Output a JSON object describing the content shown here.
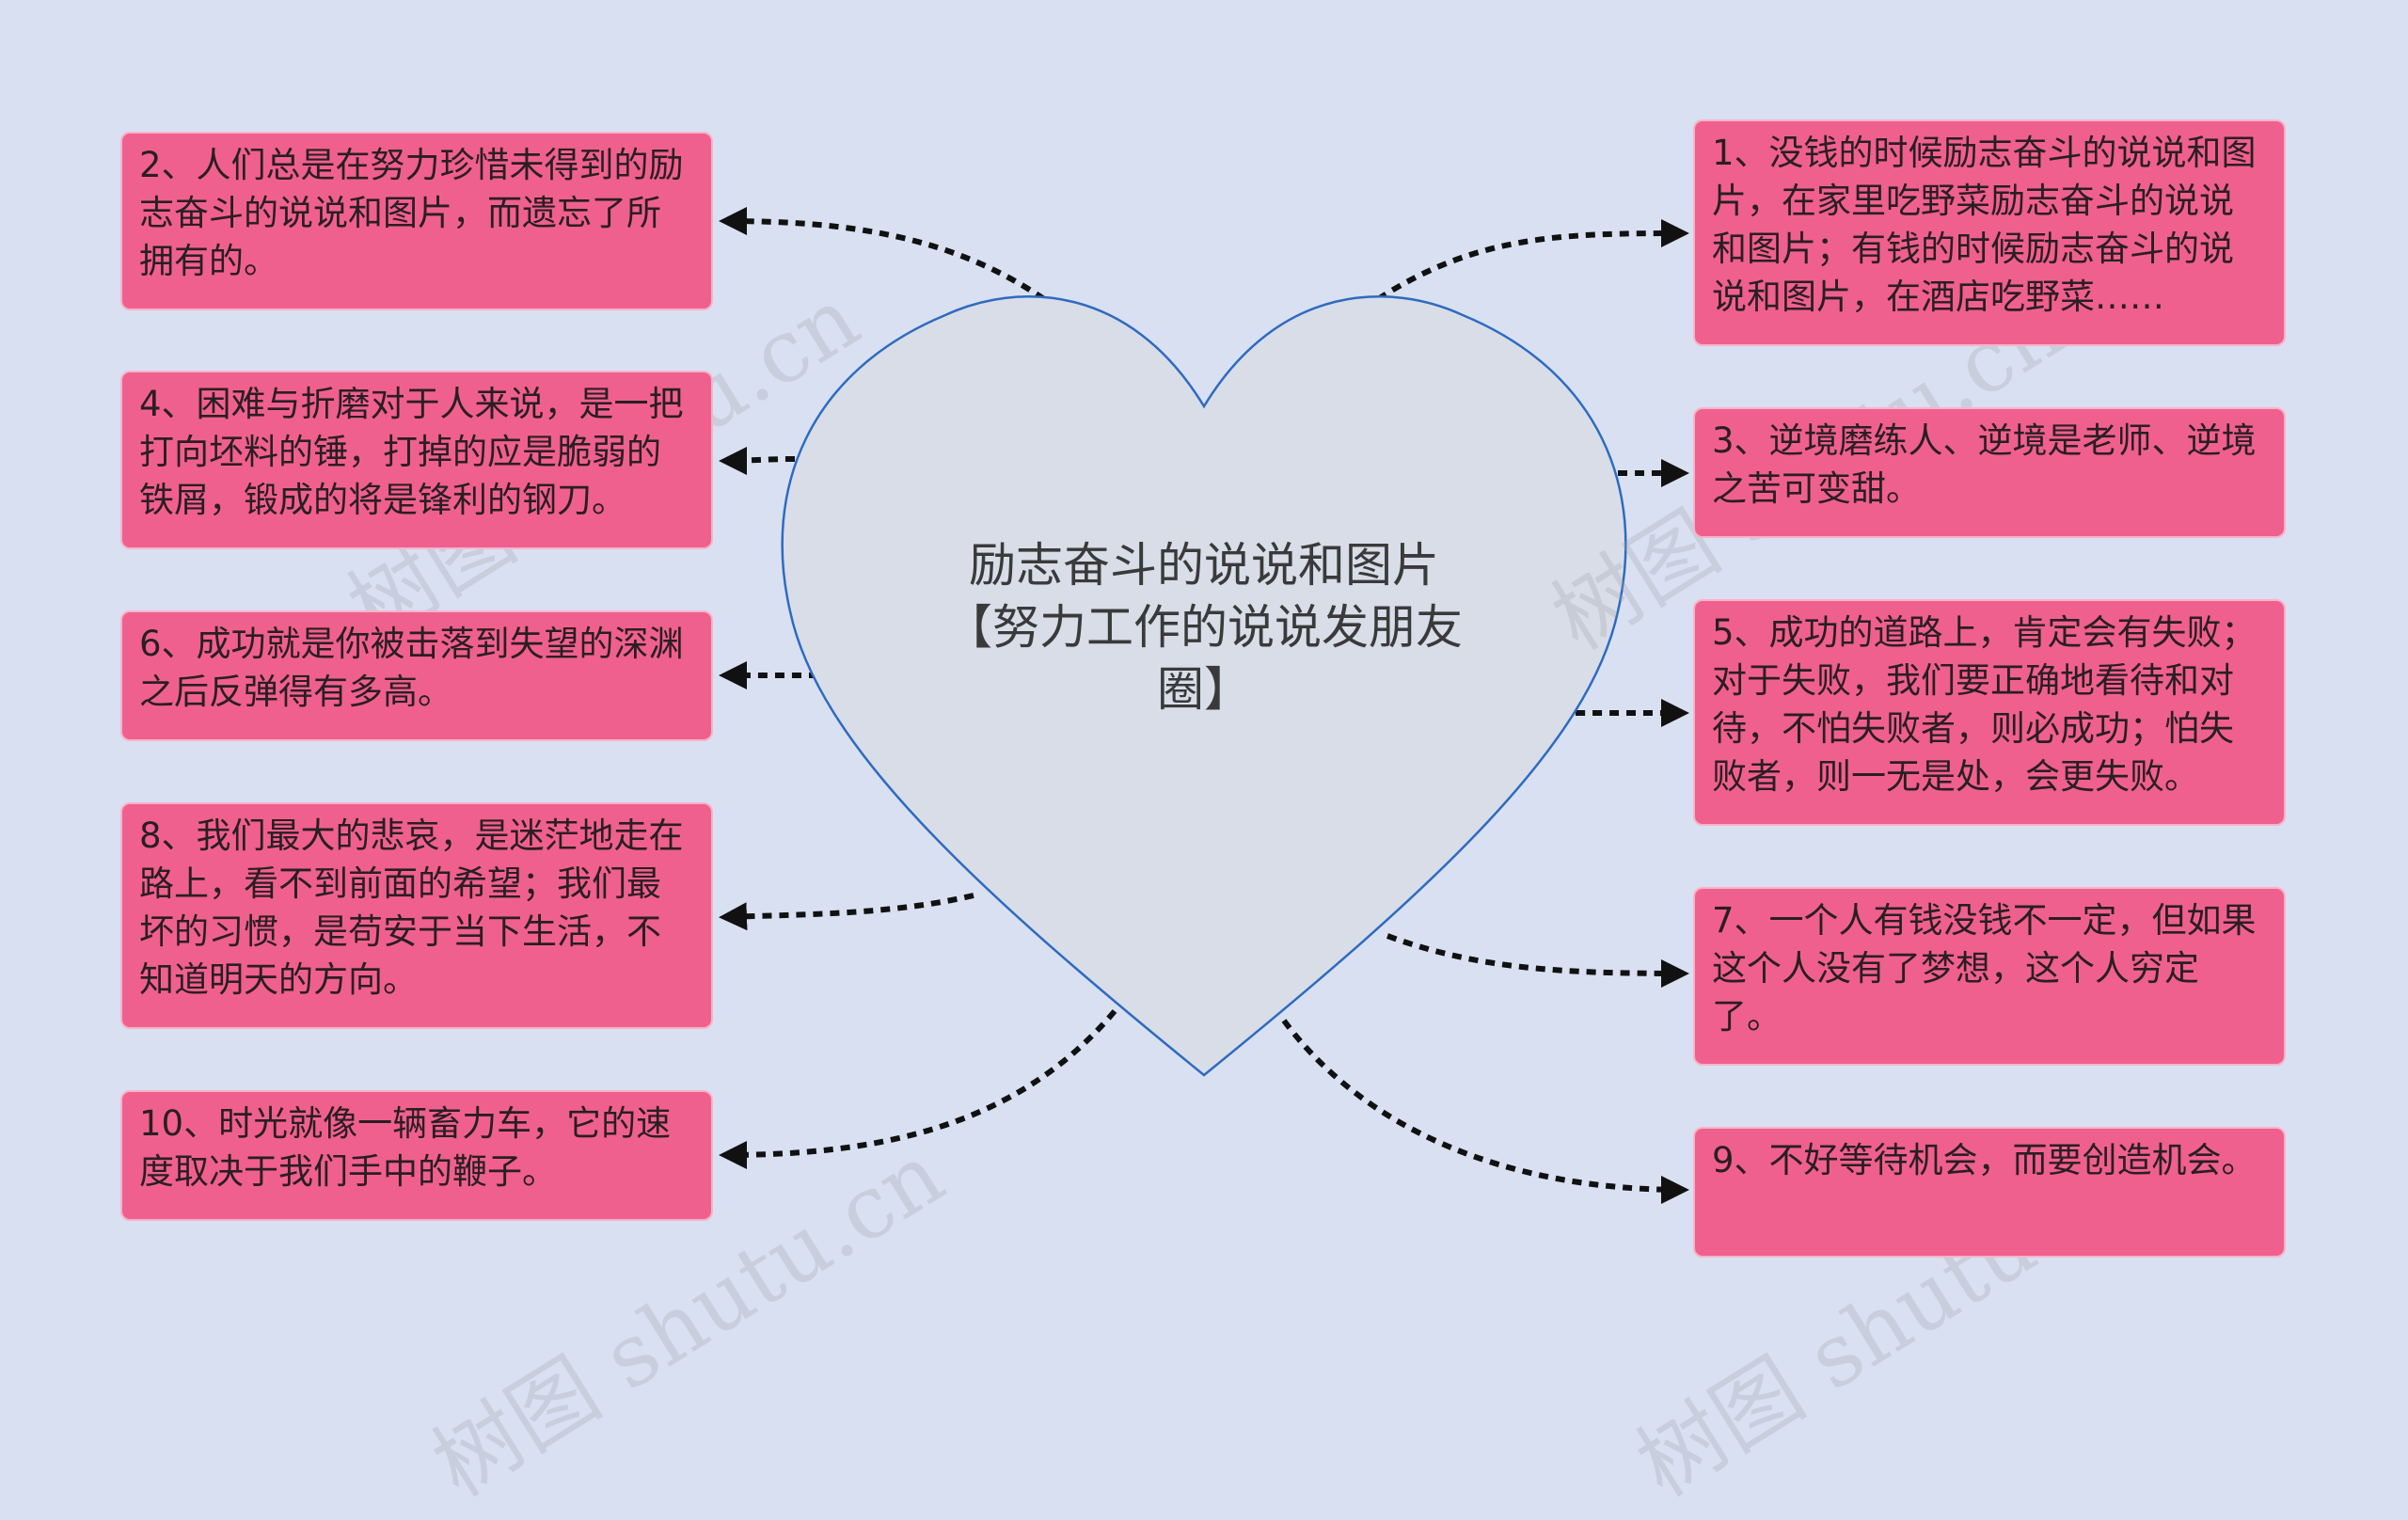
{
  "center": {
    "title": "励志奋斗的说说和图片【努力工作的说说发朋友圈】"
  },
  "nodes": [
    {
      "id": "node-1",
      "text": "1、没钱的时候励志奋斗的说说和图片，在家里吃野菜励志奋斗的说说和图片；有钱的时候励志奋斗的说说和图片，在酒店吃野菜……"
    },
    {
      "id": "node-2",
      "text": "2、人们总是在努力珍惜未得到的励志奋斗的说说和图片，而遗忘了所拥有的。"
    },
    {
      "id": "node-3",
      "text": "3、逆境磨练人、逆境是老师、逆境之苦可变甜。"
    },
    {
      "id": "node-4",
      "text": "4、困难与折磨对于人来说，是一把打向坯料的锤，打掉的应是脆弱的铁屑，锻成的将是锋利的钢刀。"
    },
    {
      "id": "node-5",
      "text": "5、成功的道路上，肯定会有失败；对于失败，我们要正确地看待和对待，不怕失败者，则必成功；怕失败者，则一无是处，会更失败。"
    },
    {
      "id": "node-6",
      "text": "6、成功就是你被击落到失望的深渊之后反弹得有多高。"
    },
    {
      "id": "node-7",
      "text": "7、一个人有钱没钱不一定，但如果这个人没有了梦想，这个人穷定了。"
    },
    {
      "id": "node-8",
      "text": "8、我们最大的悲哀，是迷茫地走在路上，看不到前面的希望；我们最坏的习惯，是苟安于当下生活，不知道明天的方向。"
    },
    {
      "id": "node-9",
      "text": "9、不好等待机会，而要创造机会。"
    },
    {
      "id": "node-10",
      "text": "10、时光就像一辆畜力车，它的速度取决于我们手中的鞭子。"
    }
  ],
  "watermark": {
    "text": "树图 shutu.cn"
  },
  "colors": {
    "background": "#d9e0f1",
    "node_fill": "#f0608e",
    "node_border": "#f7b3c8",
    "heart_fill": "#d8dde8",
    "heart_stroke": "#2e6bbf",
    "connector": "#111111"
  }
}
